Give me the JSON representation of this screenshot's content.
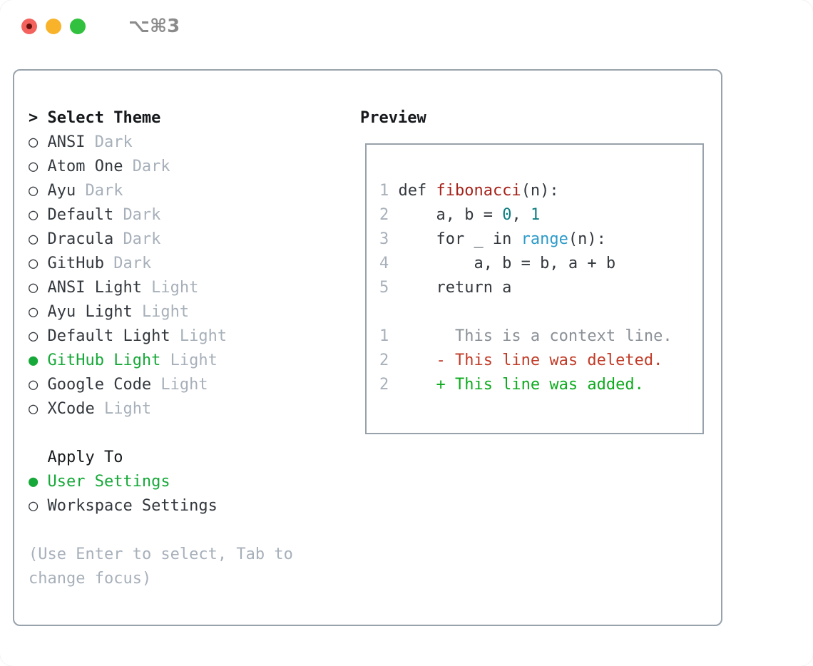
{
  "window": {
    "title": "⌥⌘3"
  },
  "colors": {
    "border": "#98a2ab",
    "text": "#33383e",
    "text-dark": "#16191c",
    "muted": "#a7b0ba",
    "ctx": "#8a9097",
    "red-func": "#a62219",
    "red-del": "#c13b27",
    "green-sel": "#16a838",
    "green-add": "#0cab1d",
    "teal": "#0d7d80",
    "blue": "#2d9bc9",
    "title-gray": "#8b8b8b",
    "tl-red": "#f3625d",
    "tl-red-dot": "#65100c",
    "tl-yellow": "#f9b32b",
    "tl-green": "#31c13e"
  },
  "theme_panel": {
    "header_marker": ">",
    "header_label": "Select Theme",
    "themes": [
      {
        "marker": "○",
        "name": "ANSI",
        "variant": "Dark"
      },
      {
        "marker": "○",
        "name": "Atom One",
        "variant": "Dark"
      },
      {
        "marker": "○",
        "name": "Ayu",
        "variant": "Dark"
      },
      {
        "marker": "○",
        "name": "Default",
        "variant": "Dark"
      },
      {
        "marker": "○",
        "name": "Dracula",
        "variant": "Dark"
      },
      {
        "marker": "○",
        "name": "GitHub",
        "variant": "Dark"
      },
      {
        "marker": "○",
        "name": "ANSI Light",
        "variant": "Light"
      },
      {
        "marker": "○",
        "name": "Ayu Light",
        "variant": "Light"
      },
      {
        "marker": "○",
        "name": "Default Light",
        "variant": "Light"
      },
      {
        "marker": "●",
        "name": "GitHub Light",
        "variant": "Light"
      },
      {
        "marker": "○",
        "name": "Google Code",
        "variant": "Light"
      },
      {
        "marker": "○",
        "name": "XCode",
        "variant": "Light"
      }
    ],
    "apply_to": {
      "label": "Apply To",
      "options": [
        {
          "marker": "●",
          "name": "User Settings"
        },
        {
          "marker": "○",
          "name": "Workspace Settings"
        }
      ]
    },
    "hint": "(Use Enter to select, Tab to change focus)"
  },
  "preview": {
    "title": "Preview",
    "code": {
      "l1": {
        "num": "1",
        "pre": "def ",
        "func": "fibonacci",
        "post": "(n):"
      },
      "l2": {
        "num": "2",
        "pre": "    a, b = ",
        "n1": "0",
        "sep": ", ",
        "n2": "1"
      },
      "l3": {
        "num": "3",
        "pre": "    for _ in ",
        "builtin": "range",
        "post": "(n):"
      },
      "l4": {
        "num": "4",
        "text": "        a, b = b, a + b"
      },
      "l5": {
        "num": "5",
        "text": "    return a"
      }
    },
    "diff": {
      "context": {
        "num": "1",
        "text": "      This is a context line."
      },
      "deleted": {
        "num": "2",
        "text": "    - This line was deleted."
      },
      "added": {
        "num": "2",
        "text": "    + This line was added."
      }
    }
  }
}
